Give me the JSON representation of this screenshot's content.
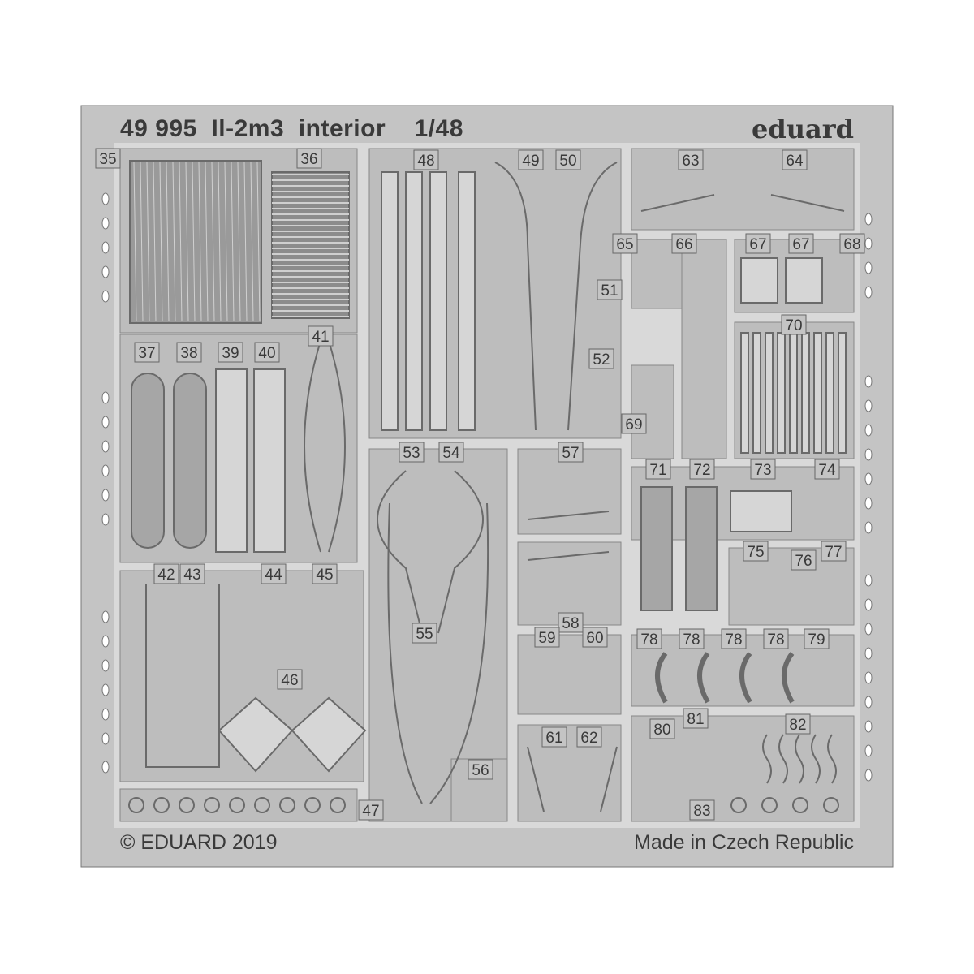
{
  "fret": {
    "title": "49 995  Il-2m3  interior    1/48",
    "brand": "eduard",
    "copyright": "© EDUARD 2019",
    "origin": "Made in Czech Republic",
    "colors": {
      "frame": "#c4c4c4",
      "panel": "#bdbdbd",
      "gap": "#d9d9d9",
      "ink": "#3a3a3a"
    }
  },
  "part_labels": [
    "35",
    "36",
    "37",
    "38",
    "39",
    "40",
    "41",
    "42",
    "43",
    "44",
    "45",
    "46",
    "47",
    "48",
    "49",
    "50",
    "51",
    "52",
    "53",
    "54",
    "55",
    "56",
    "57",
    "58",
    "59",
    "60",
    "61",
    "62",
    "63",
    "64",
    "65",
    "66",
    "67",
    "67",
    "68",
    "69",
    "70",
    "71",
    "72",
    "73",
    "74",
    "75",
    "76",
    "77",
    "78",
    "78",
    "78",
    "78",
    "79",
    "80",
    "81",
    "82",
    "83"
  ]
}
